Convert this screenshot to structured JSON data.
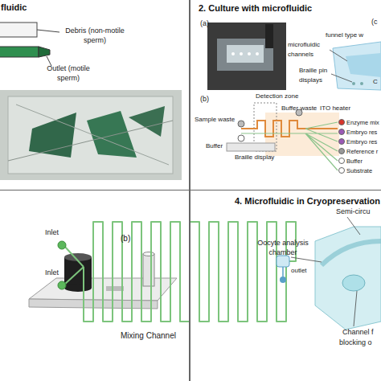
{
  "diagram": {
    "nodes": [
      {
        "text": [
          "fluidic"
        ]
      },
      {
        "text": [
          "2. Culture with microfluidic"
        ]
      },
      {
        "text": [
          "(b)"
        ]
      },
      {
        "text": [
          "4. Microfluidic in Cryopreservation"
        ]
      }
    ],
    "labels": [
      "Debris (non-motile sperm)",
      "Outlet (motile sperm)",
      "(a)",
      "(c",
      "funnel type w",
      "microfluidic channels",
      "Braille pin displays",
      "C",
      "(b)",
      "Detection zone",
      "Buffer waste",
      "ITO heater",
      "Sample waste",
      "Buffer",
      "Braille display",
      "Enzyme mix",
      "Embryo res",
      "Embryo res",
      "Reference r",
      "Buffer",
      "Substrate",
      "Inlet",
      "Inlet",
      "Mixing Channel",
      "Oocyte analysis chamber",
      "outlet",
      "Semi-circu",
      "Channel f",
      "blocking o"
    ]
  }
}
